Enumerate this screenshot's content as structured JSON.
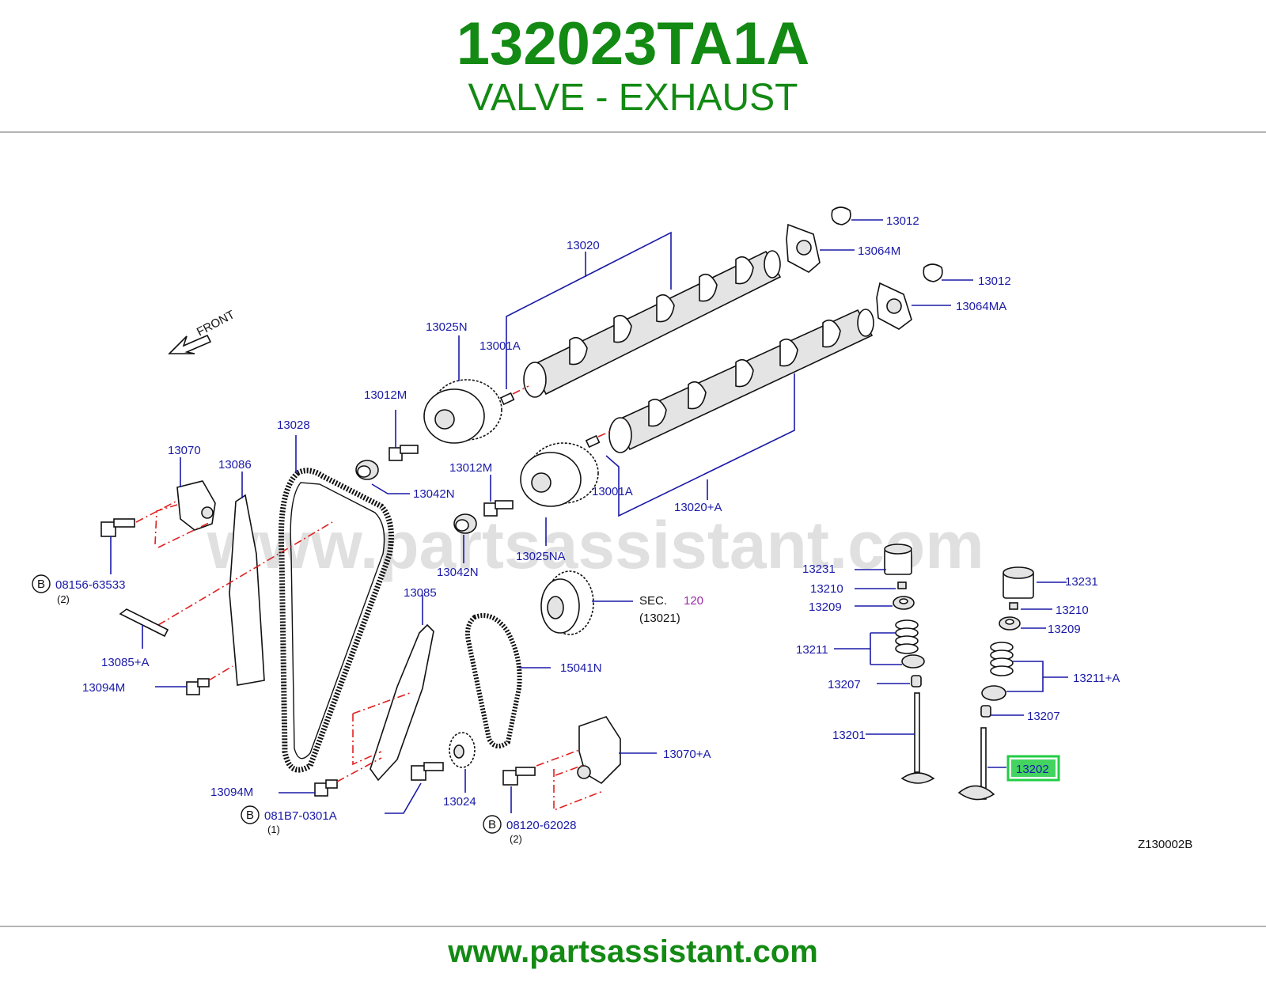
{
  "header": {
    "part_number": "132023TA1A",
    "part_name": "VALVE - EXHAUST"
  },
  "footer": {
    "url": "www.partsassistant.com"
  },
  "watermark": "www.partsassistant.com",
  "diagram": {
    "front_label": "FRONT",
    "code": "Z130002B",
    "highlight_color": "#22cc44",
    "sec_label": {
      "prefix": "SEC.",
      "number": "120",
      "sub": "(13021)"
    },
    "callouts": {
      "c13012a": "13012",
      "c13064m": "13064M",
      "c13012b": "13012",
      "c13064ma": "13064MA",
      "c13020": "13020",
      "c13025n": "13025N",
      "c13001a1": "13001A",
      "c13012m1": "13012M",
      "c13028": "13028",
      "c13070": "13070",
      "c13086": "13086",
      "c13042n1": "13042N",
      "c13012m2": "13012M",
      "c13001a2": "13001A",
      "c13020a": "13020+A",
      "c13025na": "13025NA",
      "c13042n2": "13042N",
      "c08156": "08156-63533",
      "q08156": "(2)",
      "c13085a": "13085+A",
      "c13094m1": "13094M",
      "c13085": "13085",
      "c15041n": "15041N",
      "c13070a": "13070+A",
      "c13094m2": "13094M",
      "c081b7": "081B7-0301A",
      "q081b7": "(1)",
      "c13024": "13024",
      "c08120": "08120-62028",
      "q08120": "(2)",
      "c13231a": "13231",
      "c13210a": "13210",
      "c13209a": "13209",
      "c13211": "13211",
      "c13207a": "13207",
      "c13201": "13201",
      "c13231b": "13231",
      "c13210b": "13210",
      "c13209b": "13209",
      "c13211a": "13211+A",
      "c13207b": "13207",
      "c13202": "13202"
    },
    "bolt_marker": "B"
  }
}
